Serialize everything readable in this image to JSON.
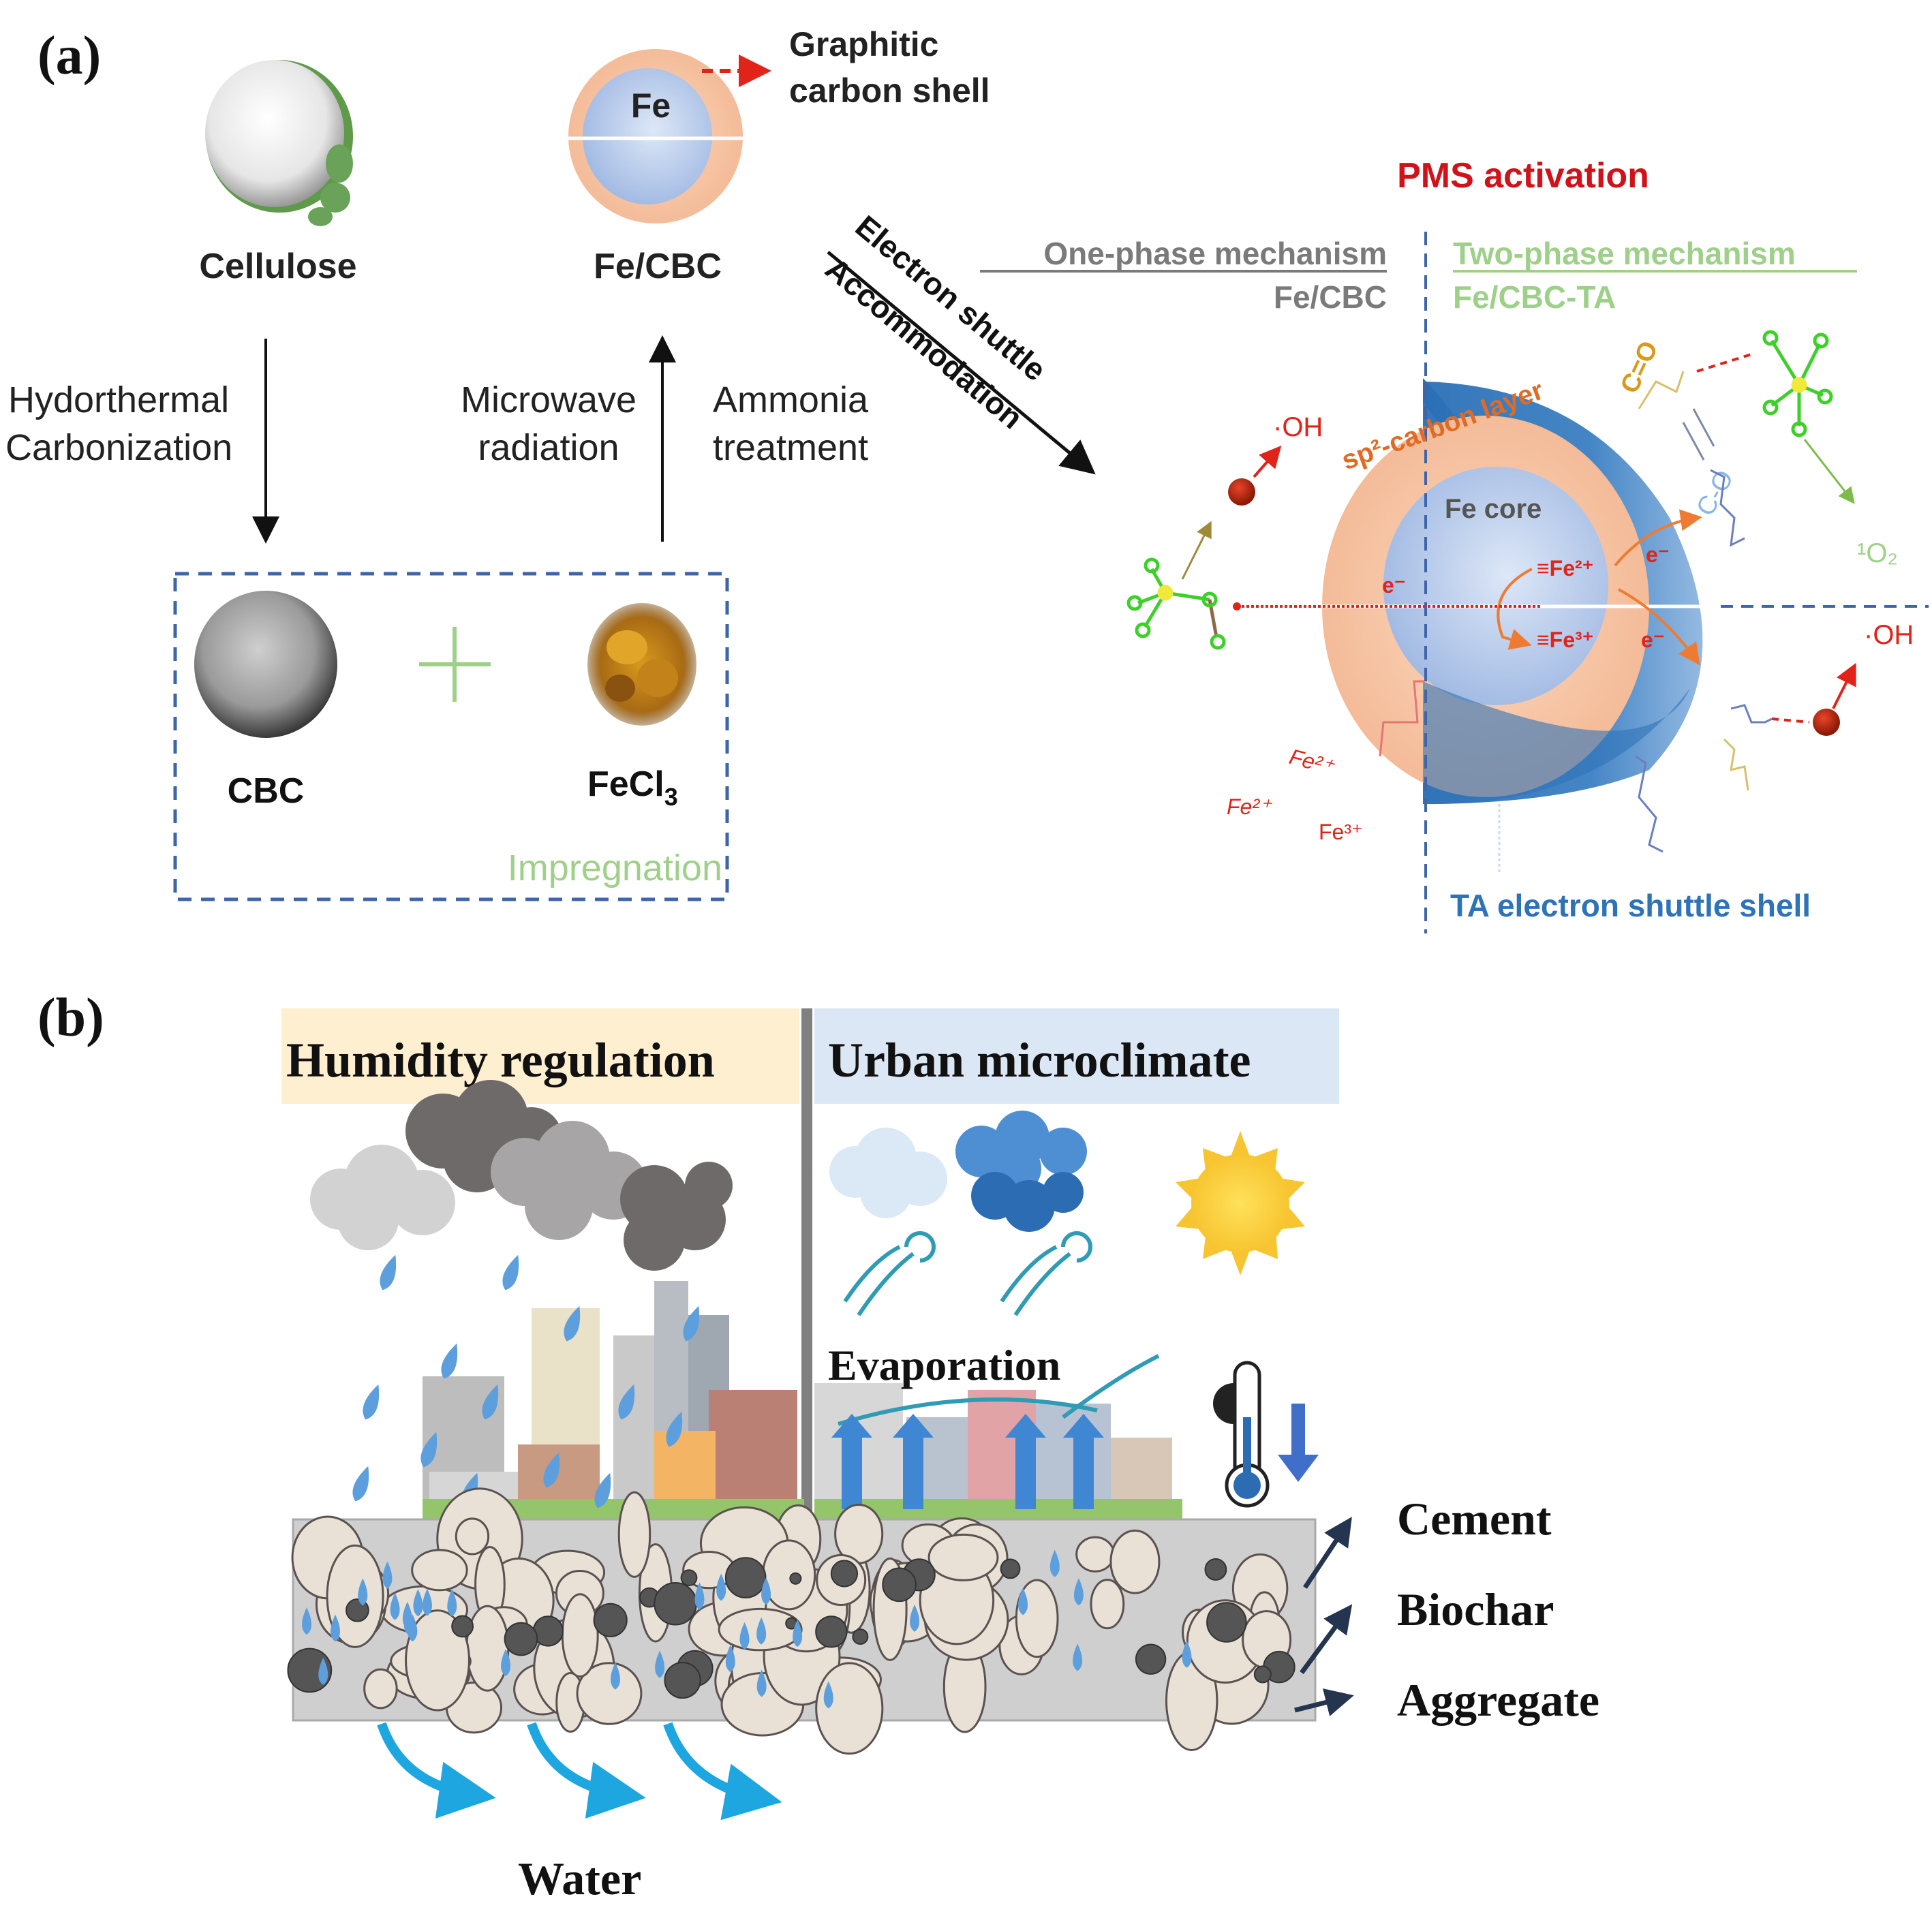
{
  "panel_a": {
    "label": "(a)",
    "cellulose": "Cellulose",
    "fe_core_label": "Fe",
    "fe_cbc": "Fe/CBC",
    "graphitic_line1": "Graphitic",
    "graphitic_line2": "carbon shell",
    "hydrothermal_line1": "Hydorthermal",
    "hydrothermal_line2": "Carbonization",
    "microwave_line1": "Microwave",
    "microwave_line2": "radiation",
    "ammonia_line1": "Ammonia",
    "ammonia_line2": "treatment",
    "cbc": "CBC",
    "fecl3_main": "FeCl",
    "fecl3_sub": "3",
    "impregnation": "Impregnation",
    "electron_shuttle": "Electron shuttle",
    "accommodation": "Accommodation",
    "pms_activation": "PMS activation",
    "one_phase_title": "One-phase mechanism",
    "one_phase_material": "Fe/CBC",
    "two_phase_title": "Two-phase mechanism",
    "two_phase_material": "Fe/CBC-TA",
    "sp2_layer": "sp²-carbon layer",
    "fe_core": "Fe core",
    "fe2_plus": "≡Fe²⁺",
    "fe3_plus": "≡Fe³⁺",
    "electron": "e⁻",
    "oh_radical": "·OH",
    "singlet_oxygen": "¹O₂",
    "c_double_o": "C=O",
    "c_o": "C-O",
    "leached_ions": [
      "Fe²⁺",
      "Fe²⁺",
      "Fe³⁺"
    ],
    "ta_shell": "TA electron shuttle shell",
    "colors": {
      "red": "#d0121b",
      "gray": "#7a7a7a",
      "green": "#9fd08a",
      "blue": "#2e73b8",
      "orange_shell": "#f6c7a6",
      "core_blue": "#b7cbec"
    }
  },
  "panel_b": {
    "label": "(b)",
    "humidity_regulation": "Humidity regulation",
    "urban_microclimate": "Urban microclimate",
    "evaporation": "Evaporation",
    "cement": "Cement",
    "biochar": "Biochar",
    "aggregate": "Aggregate",
    "water": "Water",
    "colors": {
      "humidity_bg": "#fdefcf",
      "urban_bg": "#dbe7f5",
      "drop": "#5d9fdd",
      "slab": "#cfcfcf",
      "aggregate": "#e9e1d6",
      "biochar": "#555555"
    }
  }
}
